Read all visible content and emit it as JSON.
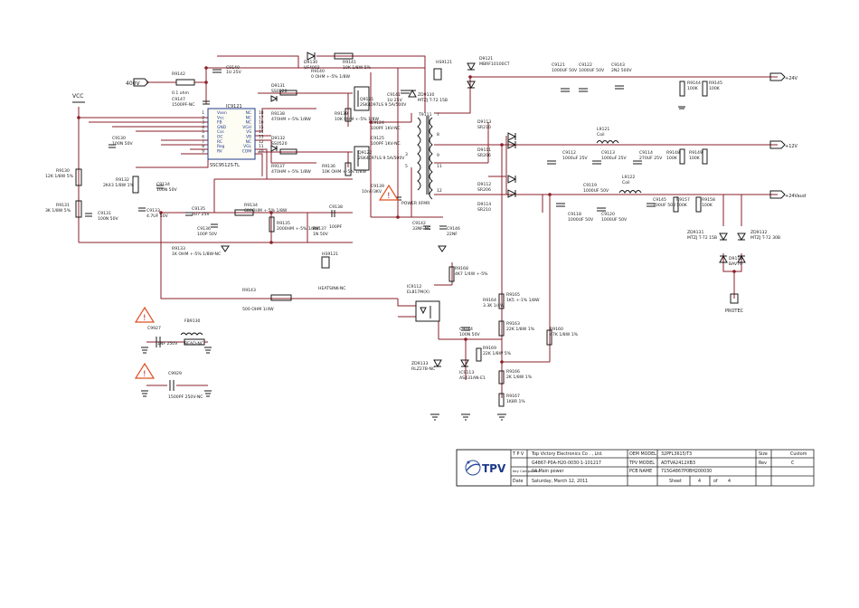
{
  "colors": {
    "wire": "#8a1f2a",
    "component": "#1a1a1a",
    "ic_outline": "#1f3a8a",
    "warning": "#e05020",
    "tpv_logo": "#2a4a9a"
  },
  "nets": {
    "n400v": "400V",
    "vcc": "VCC",
    "p24v": "+24V",
    "p12v": "+12V",
    "p24vaud": "+24Vaud",
    "protec": "PROTEC"
  },
  "ic": {
    "ref": "IC9121",
    "part": "SSC9512S-TL",
    "pins_left": [
      {
        "num": "1",
        "name": "Vsen"
      },
      {
        "num": "2",
        "name": "Vcc"
      },
      {
        "num": "3",
        "name": "FB"
      },
      {
        "num": "4",
        "name": "GND"
      },
      {
        "num": "5",
        "name": "Css"
      },
      {
        "num": "6",
        "name": "OC"
      },
      {
        "num": "7",
        "name": "RC"
      },
      {
        "num": "8",
        "name": "Reg"
      },
      {
        "num": "9",
        "name": "RV"
      }
    ],
    "pins_right": [
      {
        "num": "18",
        "name": "NC"
      },
      {
        "num": "17",
        "name": "NC"
      },
      {
        "num": "16",
        "name": "NC"
      },
      {
        "num": "15",
        "name": "VGH"
      },
      {
        "num": "14",
        "name": "VS"
      },
      {
        "num": "13",
        "name": "VB"
      },
      {
        "num": "12",
        "name": "NC"
      },
      {
        "num": "11",
        "name": "VGL"
      },
      {
        "num": "10",
        "name": "COM"
      }
    ]
  },
  "labels": {
    "r9142": [
      "R9142",
      "0.1 ohm"
    ],
    "c9147": [
      "C9147",
      "1500PF-NC"
    ],
    "c9140": [
      "C9140",
      "1U 25V"
    ],
    "d9130": [
      "D9130",
      "UF4002"
    ],
    "r9141": [
      "R9141",
      "10K 1/8W 5%"
    ],
    "r9140": [
      "R9140",
      "0 OHM +-5% 1/8W"
    ],
    "d9131": [
      "D9131",
      "SS0520"
    ],
    "r9138": [
      "R9138",
      "470HM +-5% 1/8W"
    ],
    "r9139": [
      "R9139",
      "10K OHM +-5% 1/8W"
    ],
    "q9121": [
      "Q9121",
      "2SK4097LS 9.5A/500V"
    ],
    "c9141": [
      "C9141",
      "1U 25V"
    ],
    "zd9130": [
      "ZD9130",
      "MTZJ T-72 15B"
    ],
    "c9124": [
      "C9124",
      "100PF 1KV-NC"
    ],
    "d9132": [
      "D9132",
      "SS0520"
    ],
    "c9125": [
      "C9125",
      "100PF 1KV-NC"
    ],
    "q9122": [
      "Q9122",
      "2SK4097LS 9.5A/500V"
    ],
    "r9137": [
      "R9137",
      "470HM +-5% 1/8W"
    ],
    "r9136": [
      "R9136",
      "10K OHM +-5% 1/8W"
    ],
    "c9139": [
      "C9139",
      "10nF/3KV"
    ],
    "power_xfmr": "POWER XFMR",
    "t9111": "T9111",
    "hs9121_top": "HS9121",
    "hs9121_bot": "HS9121",
    "heatsink_nc": "HEATSINK-NC",
    "d9121": [
      "D9121",
      "MBRF10100CT"
    ],
    "c9121": [
      "C9121",
      "1000UF 50V"
    ],
    "c9122": [
      "C9122",
      "1000UF 50V"
    ],
    "c9143": [
      "C9143",
      "2N2 500V"
    ],
    "r9144": [
      "R9144",
      "100K"
    ],
    "r9145": [
      "R9145",
      "100K"
    ],
    "d9113": [
      "D9113",
      "SR210"
    ],
    "d9111": [
      "D9111",
      "SR206"
    ],
    "d9112": [
      "D9112",
      "SR206"
    ],
    "d9114": [
      "D9114",
      "SR210"
    ],
    "l9121": [
      "L9121",
      "Coil"
    ],
    "c9112": [
      "C9112",
      "1000uF 25V"
    ],
    "c9113": [
      "C9113",
      "1000uF 25V"
    ],
    "c9114": [
      "C9114",
      "270UF 25V"
    ],
    "r9148": [
      "R9148",
      "100K"
    ],
    "r9149": [
      "R9149",
      "100K"
    ],
    "l9122": [
      "L9122",
      "Coil"
    ],
    "c9119": [
      "C9119",
      "1000UF 50V"
    ],
    "c9118": [
      "C9118",
      "1000UF 50V"
    ],
    "c9120": [
      "C9120",
      "1000UF 50V"
    ],
    "c9145": [
      "C9145",
      "100UF 50V"
    ],
    "r9157": [
      "R9157",
      "100K"
    ],
    "r9158": [
      "R9158",
      "100K"
    ],
    "zd9131": [
      "ZD9131",
      "MTZJ T-72 15B"
    ],
    "zd9132": [
      "ZD9132",
      "MTZJ T-72 30B"
    ],
    "d9115": [
      "D9115",
      "BAV70"
    ],
    "c9130": [
      "C9130",
      "100N 50V"
    ],
    "r9130": [
      "R9130",
      "12K 1/8W 5%"
    ],
    "r9131": [
      "R9131",
      "3K 1/8W 5%"
    ],
    "c9131": [
      "C9131",
      "100N 50V"
    ],
    "r9132": [
      "R9132",
      "2K43 1/8W 1%"
    ],
    "c9133": [
      "C9133",
      "4.7UF 50V"
    ],
    "c9134": [
      "C9134",
      "100N 50V"
    ],
    "c9135": [
      "C9135",
      "4U7 25V"
    ],
    "c9136": [
      "C9136",
      "100P 50V"
    ],
    "r9134": [
      "R9134",
      "680OHM +-5% 1/8W"
    ],
    "r9135": [
      "R9135",
      "2000HM +-5% 1/8W"
    ],
    "r9137b": [
      "R9137",
      "1N 50V"
    ],
    "c9138": [
      "C9138",
      "100PF"
    ],
    "c9142": [
      "C9142",
      "33NF-NC"
    ],
    "c9146": [
      "C9146",
      "22NF"
    ],
    "r9133": [
      "R9133",
      "1K OHM +-5% 1/8W-NC"
    ],
    "r9143": [
      "R9143",
      "500 OHM 1/4W"
    ],
    "ic9112": [
      "IC9112",
      "EL817M(X)"
    ],
    "r9168": [
      "R9168",
      "4K7 1/4W +-5%"
    ],
    "r9164": [
      "R9164",
      "3.3K 1/4W"
    ],
    "r9165": [
      "R9165",
      "1K5 +-1% 1/8W"
    ],
    "c9144": [
      "C9144",
      "100N 50V"
    ],
    "r9169": [
      "R9169",
      "22K 1/8W 5%"
    ],
    "r9163": [
      "R9163",
      "22K 1/8W 1%"
    ],
    "r9160": [
      "R9160",
      "47K 1/8W 1%"
    ],
    "zd9133": [
      "ZD9133",
      "RLZ27B-NC"
    ],
    "ic9113": [
      "IC9113",
      "AS431AN-E1"
    ],
    "r9166": [
      "R9166",
      "2K 1/8W 1%"
    ],
    "r9167": [
      "R9167",
      "1K8R 1%"
    ],
    "fb9130": [
      "FB9130",
      "BEAD-NC"
    ],
    "c9927": [
      "C9927",
      "1NF 250V"
    ],
    "c9929": [
      "C9929",
      "1500PF 250V-NC"
    ]
  },
  "title_block": {
    "company_label": "T P V",
    "company": "Top Victory Electronics Co . , Ltd.",
    "project_code": "G4867-P0A-H20-0030-1-101217",
    "key_component_label": "Key Component",
    "key_component": "04.Main power",
    "date_label": "Date",
    "date": "Saturday, March 12, 2011",
    "oem_label": "OEM MODEL",
    "oem_model": "32PFL3615/T3",
    "tpv_label": "TPV MODEL",
    "tpv_model": "ADTVA2412XB3",
    "pcb_label": "PCB NAME",
    "pcb_name": "715G4867P0BH200030",
    "sheet_label": "Sheet",
    "sheet": "4",
    "of_label": "of",
    "sheet_total": "4",
    "size_label": "Size",
    "size": "Custom",
    "rev_label": "Rev",
    "rev": "C",
    "logo": "TPV"
  }
}
